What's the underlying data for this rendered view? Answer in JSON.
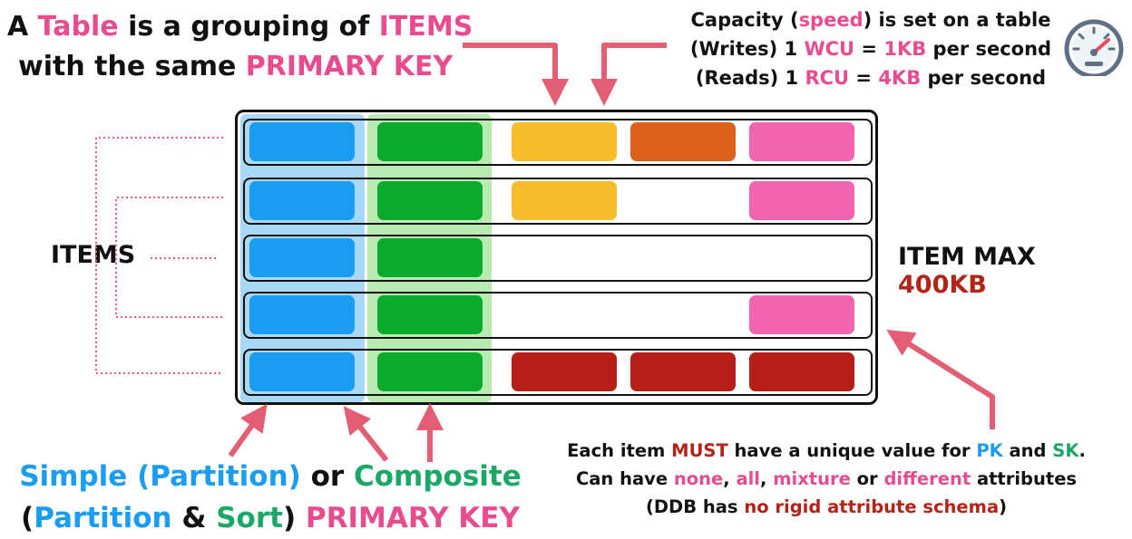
{
  "title": {
    "line1": {
      "p1": "A ",
      "p2": "Table",
      "p3": " is a grouping of ",
      "p4": "ITEMS"
    },
    "line2": {
      "p1": "with the same ",
      "p2": "PRIMARY KEY"
    }
  },
  "capacity": {
    "line1": {
      "p1": "Capacity (",
      "p2": "speed",
      "p3": ") is set on a table"
    },
    "line2": {
      "p1": "(Writes) 1 ",
      "p2": "WCU",
      "p3": " = ",
      "p4": "1KB",
      "p5": " per second"
    },
    "line3": {
      "p1": "(Reads) 1 ",
      "p2": "RCU",
      "p3": " = ",
      "p4": "4KB",
      "p5": " per second"
    },
    "icon": "speedometer-icon"
  },
  "items_label": "ITEMS",
  "item_max": {
    "p1": "ITEM MAX ",
    "p2": "400KB"
  },
  "primary_key": {
    "line1": {
      "p1": "Simple (Partition)",
      "p2": " or ",
      "p3": "Composite"
    },
    "line2": {
      "p1": "(",
      "p2": "Partition",
      "p3": " & ",
      "p4": "Sort",
      "p5": ") ",
      "p6": "PRIMARY KEY"
    }
  },
  "rules": {
    "line1": {
      "p1": "Each item ",
      "p2": "MUST",
      "p3": " have a unique value for ",
      "p4": "PK",
      "p5": " and ",
      "p6": "SK",
      "p7": "."
    },
    "line2": {
      "p1": "Can have ",
      "p2": "none",
      "p3": ", ",
      "p4": "all",
      "p5": ", ",
      "p6": "mixture",
      "p7": " or ",
      "p8": "different",
      "p9": " attributes"
    },
    "line3": {
      "p1": "(DDB has ",
      "p2": "no rigid attribute schema",
      "p3": ")"
    }
  },
  "colors": {
    "pink": "#e94c8e",
    "blue": "#1a9cf0",
    "green": "#19a866",
    "dark_red": "#b42318",
    "arrow": "#e35d73",
    "pk_cell": "#1a9cf0",
    "sk_cell": "#0caa2c",
    "attr_yellow": "#f6be2c",
    "attr_orange": "#dc6118",
    "attr_pink": "#f064b0",
    "attr_red": "#b51f15"
  },
  "table": {
    "rows": [
      {
        "attributes": [
          "yellow",
          "orange",
          "pink"
        ]
      },
      {
        "attributes": [
          "yellow",
          null,
          "pink"
        ]
      },
      {
        "attributes": [
          null,
          null,
          null
        ]
      },
      {
        "attributes": [
          null,
          null,
          "pink"
        ]
      },
      {
        "attributes": [
          "red",
          "red",
          "red"
        ]
      }
    ]
  }
}
